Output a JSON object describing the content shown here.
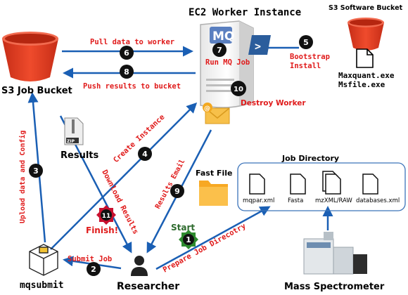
{
  "nodes": {
    "s3_job_bucket": "S3 Job Bucket",
    "ec2_worker": "EC2 Worker Instance",
    "s3_software_bucket": "S3 Software Bucket",
    "software_file1": "Maxquant.exe",
    "software_file2": "Msfile.exe",
    "results": "Results",
    "zip": "ZIP",
    "mqsubmit": "mqsubmit",
    "researcher": "Researcher",
    "mass_spectrometer": "Mass Spectrometer",
    "job_directory": "Job Directory",
    "fast_file": "Fast File",
    "files": [
      "mqpar.xml",
      "Fasta",
      "mzXML/RAW",
      "databases.xml"
    ],
    "mq_logo": "MQ"
  },
  "edges": {
    "e6": "Pull data to worker",
    "e8": "Push results to bucket",
    "e7": "Run MQ Job",
    "e5a": "Bootstrap",
    "e5b": "Install",
    "e10": "Destroy Worker",
    "e3": "Upload data and Config",
    "e4": "Create Instance",
    "e9": "Results Email",
    "e1": "Prepare Job Direcotry",
    "e2": "Submit Job",
    "e11": "Download Results",
    "finish": "Finish!",
    "start": "Start"
  },
  "steps": [
    "1",
    "2",
    "3",
    "4",
    "5",
    "6",
    "7",
    "8",
    "9",
    "10",
    "11"
  ],
  "colors": {
    "arrow": "#1a5fb4",
    "label_red": "#e01b1b",
    "bucket": "#e5391f",
    "badge": "#111111",
    "start_green": "#2e8b2e",
    "finish_red": "#c8102e",
    "folder": "#f7a823"
  }
}
